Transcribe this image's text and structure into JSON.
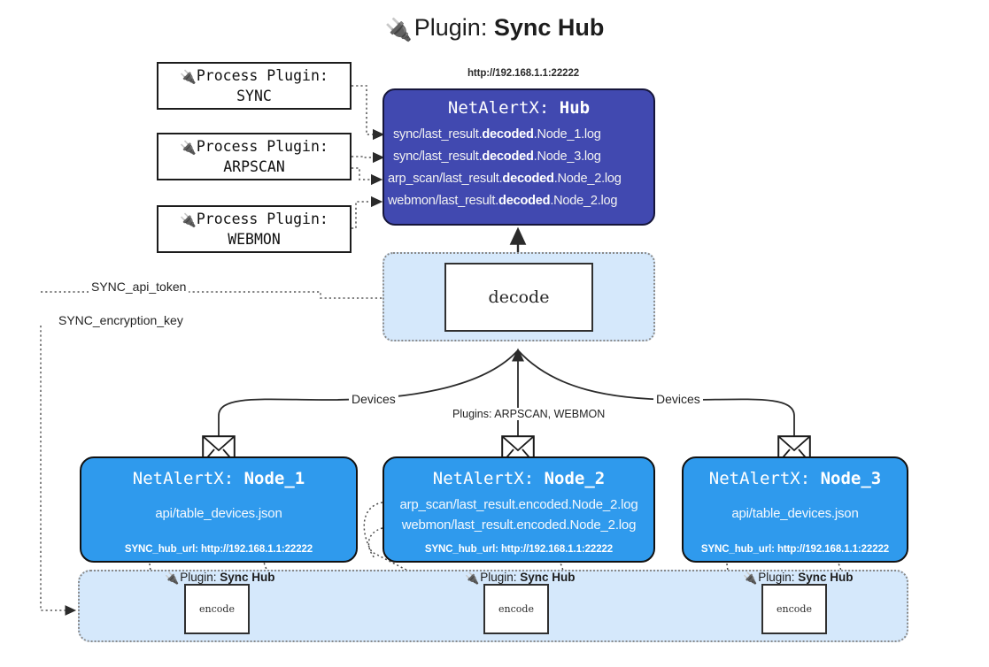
{
  "title": {
    "icon": "plug-icon",
    "prefix": "Plugin:",
    "name": "Sync Hub"
  },
  "process_plugins": [
    {
      "icon": "plug-icon",
      "label": "Process Plugin:",
      "name": "SYNC"
    },
    {
      "icon": "plug-icon",
      "label": "Process Plugin:",
      "name": "ARPSCAN"
    },
    {
      "icon": "plug-icon",
      "label": "Process Plugin:",
      "name": "WEBMON"
    }
  ],
  "hub": {
    "url": "http://192.168.1.1:22222",
    "title_prefix": "NetAlertX:",
    "title_name": "Hub",
    "color": "#4149b0",
    "lines": [
      {
        "pre": "sync/last_result.",
        "bold": "decoded",
        "post": ".Node_1.log"
      },
      {
        "pre": "sync/last_result.",
        "bold": "decoded",
        "post": ".Node_3.log"
      },
      {
        "pre": "arp_scan/last_result.",
        "bold": "decoded",
        "post": ".Node_2.log"
      },
      {
        "pre": "webmon/last_result.",
        "bold": "decoded",
        "post": ".Node_2.log"
      }
    ]
  },
  "decode": {
    "label": "decode",
    "container_color": "#d5e8fb"
  },
  "secrets": [
    {
      "label": "SYNC_api_token"
    },
    {
      "label": "SYNC_encryption_key"
    }
  ],
  "flow_labels": {
    "left_devices": "Devices",
    "center_plugins": "Plugins: ARPSCAN, WEBMON",
    "right_devices": "Devices"
  },
  "nodes": [
    {
      "title_prefix": "NetAlertX:",
      "title_name": "Node_1",
      "color": "#2f9aed",
      "lines": [
        "api/table_devices.json"
      ],
      "footer": "SYNC_hub_url: http://192.168.1.1:22222",
      "envelope_icon": "envelope-icon"
    },
    {
      "title_prefix": "NetAlertX:",
      "title_name": "Node_2",
      "color": "#2f9aed",
      "lines": [
        "arp_scan/last_result.encoded.Node_2.log",
        "webmon/last_result.encoded.Node_2.log"
      ],
      "footer": "SYNC_hub_url: http://192.168.1.1:22222",
      "envelope_icon": "envelope-icon"
    },
    {
      "title_prefix": "NetAlertX:",
      "title_name": "Node_3",
      "color": "#2f9aed",
      "lines": [
        "api/table_devices.json"
      ],
      "footer": "SYNC_hub_url: http://192.168.1.1:22222",
      "envelope_icon": "envelope-icon"
    }
  ],
  "plugin_band": {
    "container_color": "#d5e8fb",
    "items": [
      {
        "icon": "plug-icon",
        "label": "Plugin:",
        "name": "Sync Hub",
        "box": "encode"
      },
      {
        "icon": "plug-icon",
        "label": "Plugin:",
        "name": "Sync Hub",
        "box": "encode"
      },
      {
        "icon": "plug-icon",
        "label": "Plugin:",
        "name": "Sync Hub",
        "box": "encode"
      }
    ]
  }
}
